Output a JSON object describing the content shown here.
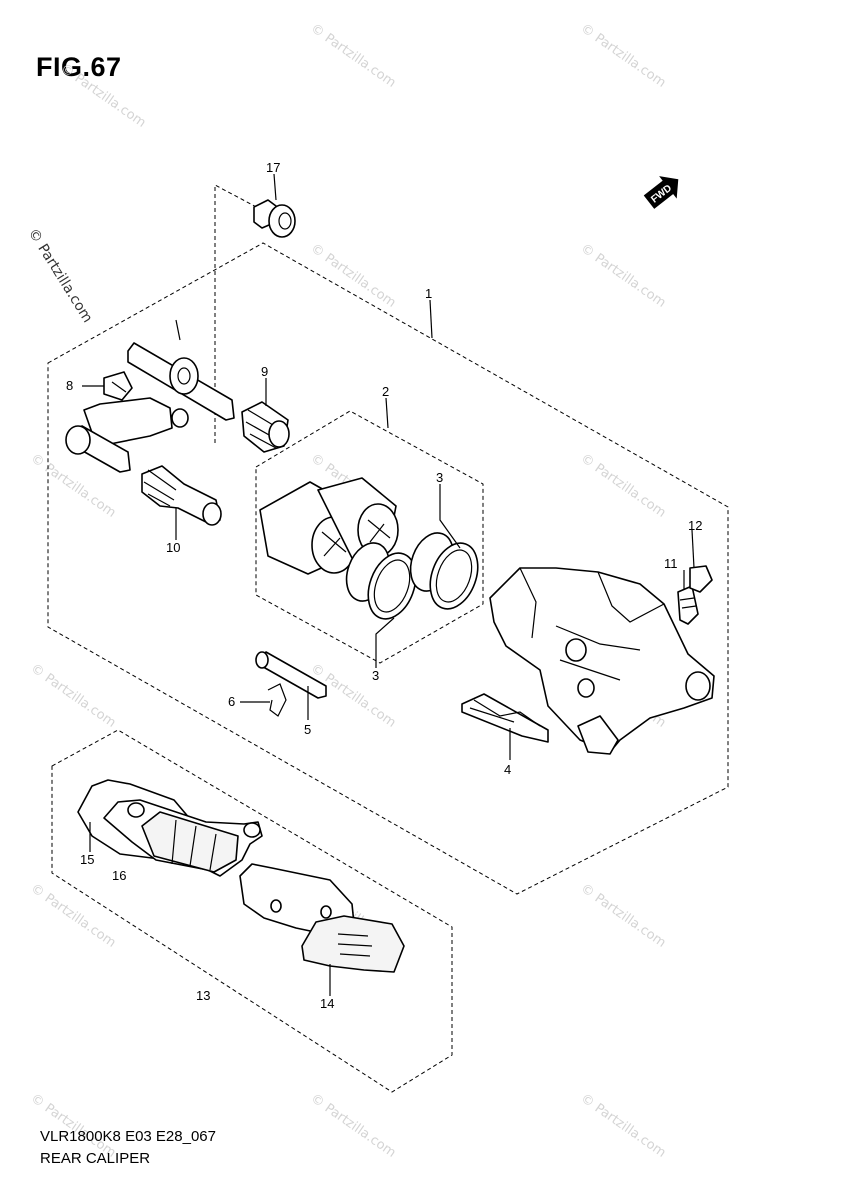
{
  "figure": {
    "title": "FIG.67"
  },
  "footer": {
    "code": "VLR1800K8 E03 E28_067",
    "name": "REAR CALIPER"
  },
  "watermark": {
    "text": "© Partzilla.com",
    "color": "#d4d4d4"
  },
  "direction_icon": {
    "label": "FWD"
  },
  "callouts": {
    "c1": "1",
    "c2": "2",
    "c3a": "3",
    "c3b": "3",
    "c4": "4",
    "c5": "5",
    "c6": "6",
    "c8": "8",
    "c9": "9",
    "c10": "10",
    "c11": "11",
    "c12": "12",
    "c13": "13",
    "c14": "14",
    "c15": "15",
    "c16": "16",
    "c17": "17"
  }
}
